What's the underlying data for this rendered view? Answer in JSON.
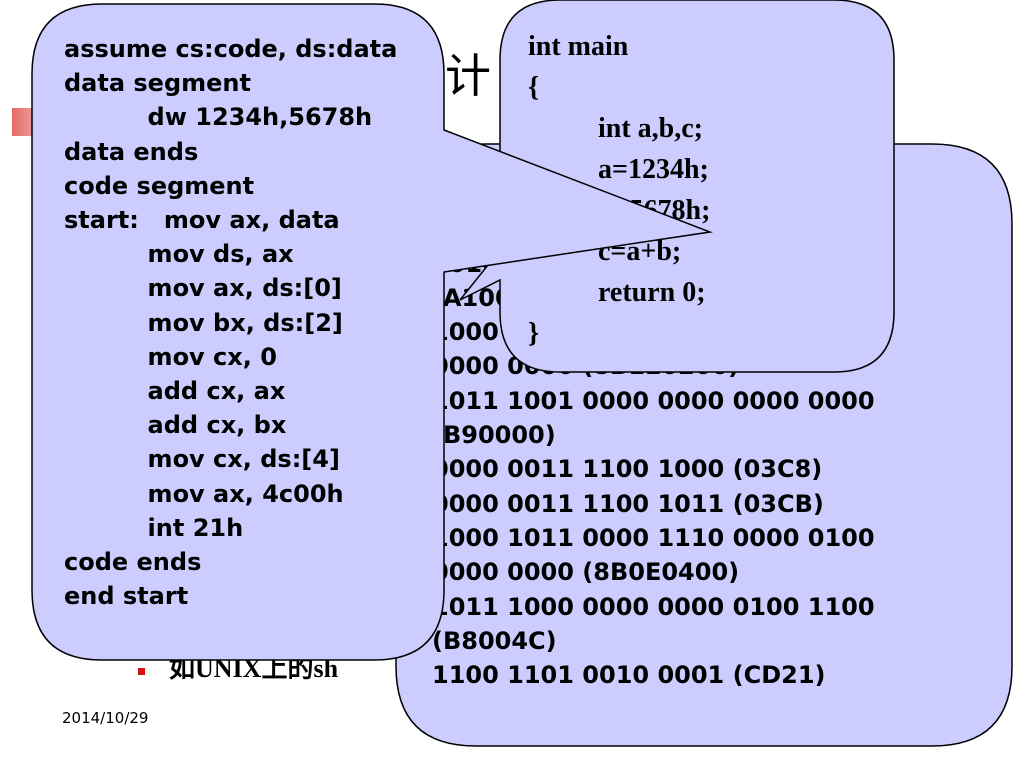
{
  "slide": {
    "title_fragment": "计",
    "bullet_text": "如UNIX上的sh",
    "date": "2014/10/29"
  },
  "colors": {
    "bubble_fill": "#ccccff",
    "bubble_stroke": "#000000",
    "bullet_marker": "#d0121b",
    "title_bar": "#e46b66"
  },
  "machine_code": {
    "text": "1011 1000 0000 0000 0000 0001\n1000 1110 1101 1000 (8ED8)\n1010 0001 0000 0000 0000 0000\n(A1000)\n1000 1011 0001 1110 0000 0010\n0000 0000 (8B1E0200)\n1011 1001 0000 0000 0000 0000\n(B90000)\n0000 0011 1100 1000 (03C8)\n0000 0011 1100 1011 (03CB)\n1000 1011 0000 1110 0000 0100\n0000 0000 (8B0E0400)\n1011 1000 0000 0000 0100 1100\n(B8004C)\n1100 1101 0010 0001 (CD21)"
  },
  "c_program": {
    "text": "int main\n{\n          int a,b,c;\n          a=1234h;\n          b=5678h;\n          c=a+b;\n          return 0;\n}"
  },
  "assembly": {
    "text": "assume cs:code, ds:data\ndata segment\n          dw 1234h,5678h\ndata ends\ncode segment\nstart:   mov ax, data\n          mov ds, ax\n          mov ax, ds:[0]\n          mov bx, ds:[2]\n          mov cx, 0\n          add cx, ax\n          add cx, bx\n          mov cx, ds:[4]\n          mov ax, 4c00h\n          int 21h\ncode ends\nend start"
  }
}
